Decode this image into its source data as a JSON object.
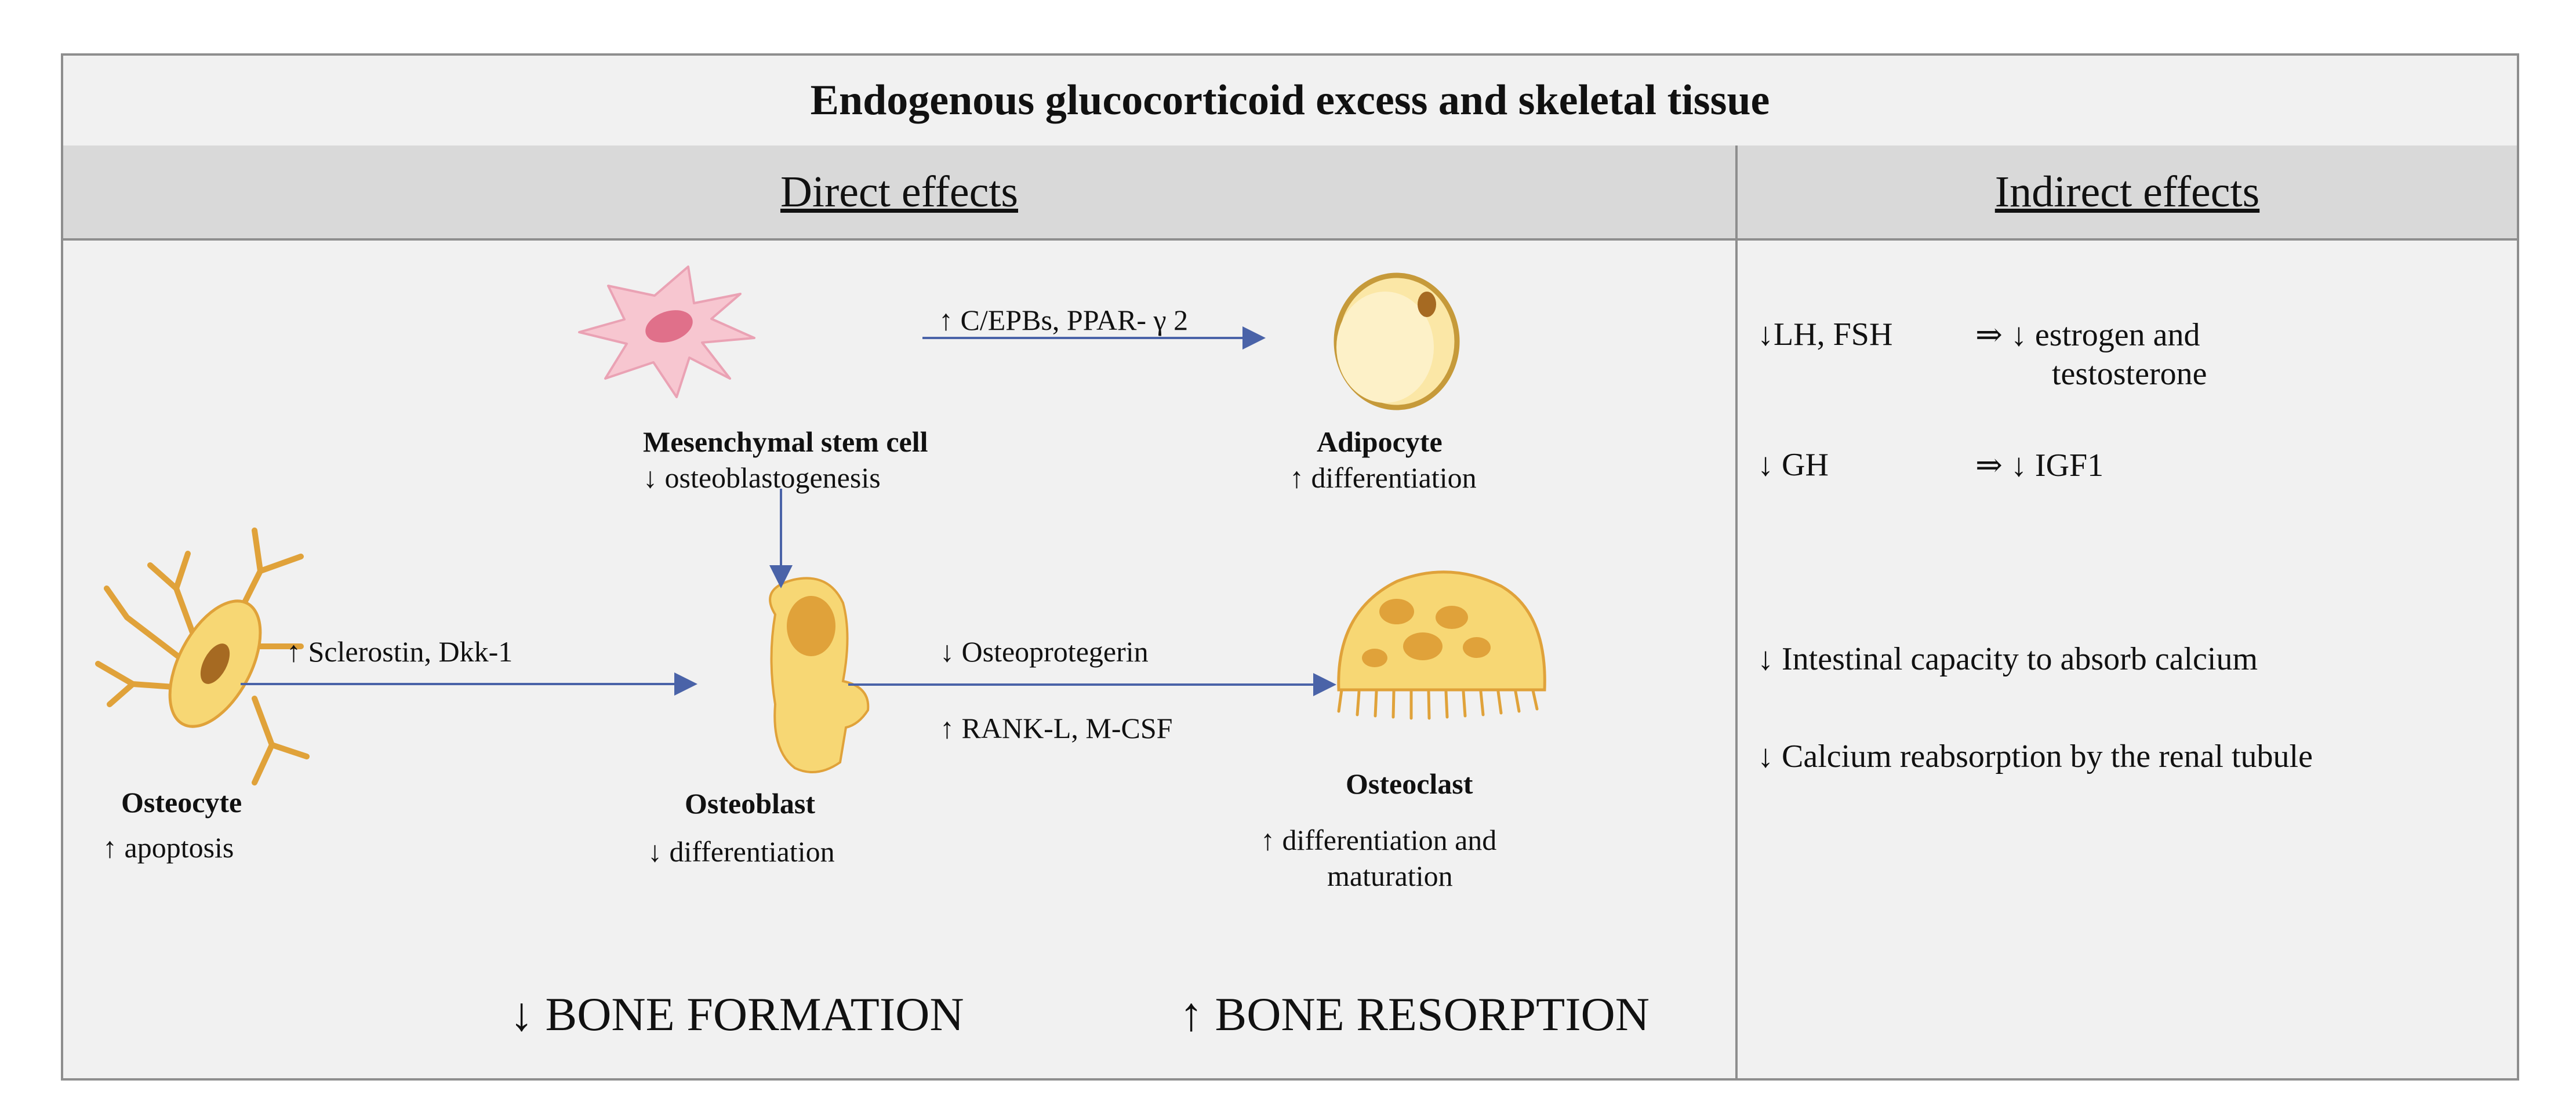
{
  "title": "Endogenous glucocorticoid excess and skeletal tissue",
  "headers": {
    "direct": "Direct effects",
    "indirect": "Indirect effects"
  },
  "cells": {
    "msc": {
      "name": "Mesenchymal stem cell",
      "effect": "↓ osteoblastogenesis"
    },
    "adipocyte": {
      "name": "Adipocyte",
      "effect": "↑ differentiation"
    },
    "osteocyte": {
      "name": "Osteocyte",
      "effect": "↑ apoptosis"
    },
    "osteoblast": {
      "name": "Osteoblast",
      "effect": "↓ differentiation"
    },
    "osteoclast": {
      "name": "Osteoclast",
      "effect_line1": "↑ differentiation and",
      "effect_line2": "maturation"
    }
  },
  "arrows": {
    "msc_to_adipocyte": "↑ C/EPBs, PPAR- γ 2",
    "osteocyte_to_osteoblast": "↑ Sclerostin, Dkk-1",
    "osteoblast_to_osteoclast_top": "↓ Osteoprotegerin",
    "osteoblast_to_osteoclast_bottom": "↑ RANK-L, M-CSF"
  },
  "outcomes": {
    "formation": "↓ BONE FORMATION",
    "resorption": "↑ BONE RESORPTION"
  },
  "indirect": {
    "lh_fsh": {
      "cause": "↓LH, FSH",
      "effect_line1": "⇒ ↓ estrogen and",
      "effect_line2": "testosterone"
    },
    "gh": {
      "cause": "↓ GH",
      "effect": "⇒ ↓ IGF1"
    },
    "intestinal": "↓ Intestinal capacity to absorb calcium",
    "renal": "↓ Calcium reabsorption by the renal tubule"
  },
  "colors": {
    "arrow": "#4a63a8",
    "msc": "#f7c6d0",
    "msc_nucleus": "#e0708a",
    "cell_yellow": "#f7d774",
    "cell_edge": "#e0a23a",
    "nucleus": "#d98a2a",
    "adipocyte_fill": "#fbe7a6",
    "adipocyte_edge": "#c69a3a"
  }
}
